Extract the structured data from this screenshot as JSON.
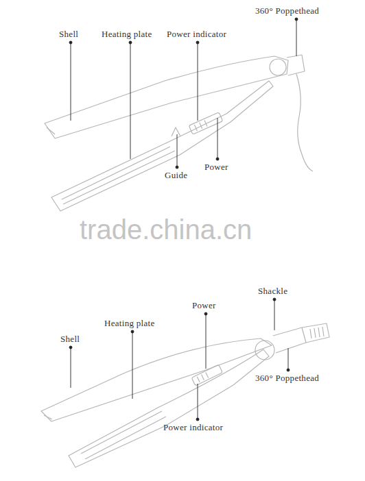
{
  "diagram": {
    "labels": [
      "360° Poppethead",
      "Shell",
      "Heating plate",
      "Power indicator",
      "Guide",
      "Power",
      "trade.china.cn",
      "Shackle",
      "Power",
      "Heating plate",
      "Shell",
      "360° Poppethead",
      "Power indicator"
    ]
  }
}
